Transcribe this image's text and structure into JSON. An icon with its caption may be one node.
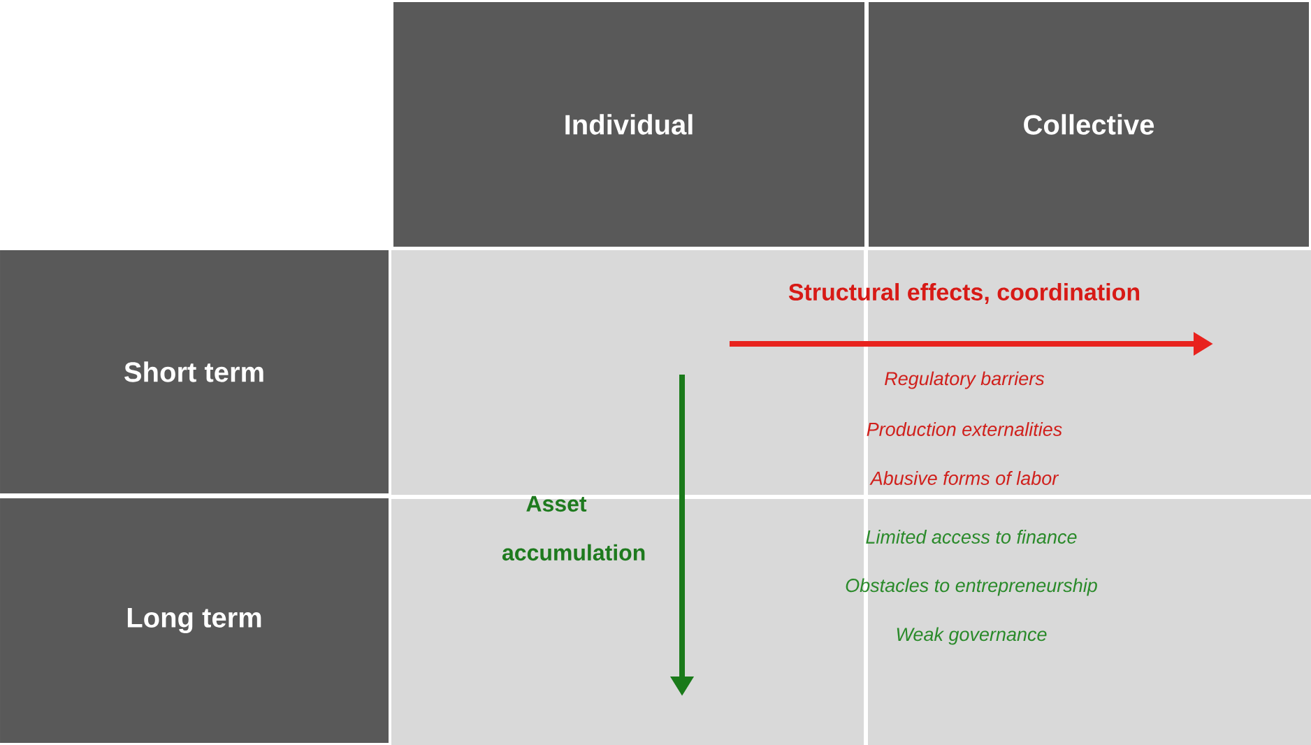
{
  "diagram": {
    "nodes": [
      {
        "text": [
          "Individual"
        ]
      },
      {
        "text": [
          "Collective"
        ]
      },
      {
        "text": [
          "Short term"
        ]
      },
      {
        "text": [
          "Long term"
        ]
      }
    ],
    "labels": [
      "Structural effects, coordination",
      "Regulatory barriers",
      "Production externalities",
      "Abusive forms of labor",
      "Asset accumulation",
      "Limited access to finance",
      "Obstacles to entrepreneurship",
      "Weak governance"
    ]
  }
}
